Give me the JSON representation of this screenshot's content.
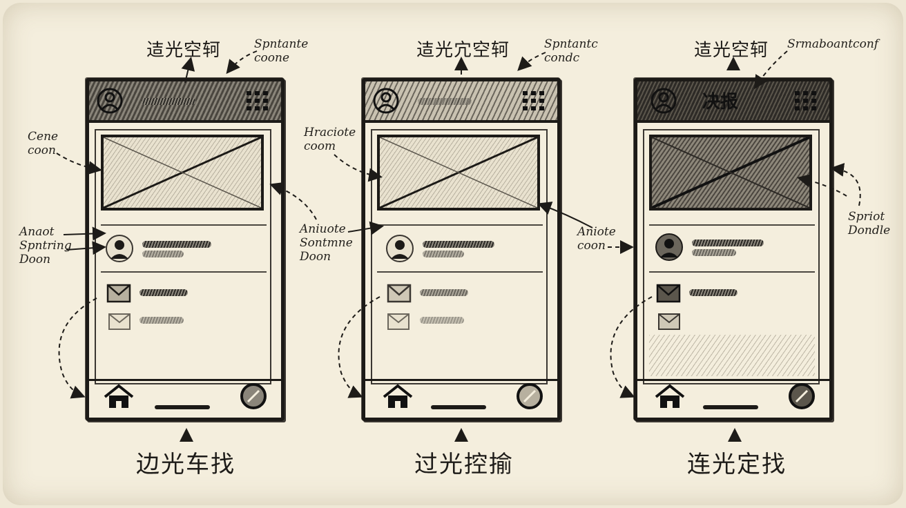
{
  "panels": [
    {
      "top_label": "迼光空轲",
      "top_note": "Spntante\ncoone",
      "header_title": "",
      "side_notes": [
        "Cene\ncoon",
        "Anaot\nSpntring\nDoon"
      ],
      "bottom_label": "边光车找"
    },
    {
      "top_label": "迼光宂空轲",
      "top_note": "Spntantc\ncondc",
      "header_title": "",
      "side_notes": [
        "Hraciote\ncoom",
        "Aniuote\nSontmne\nDoon",
        "Aniote\ncoon"
      ],
      "bottom_label": "过光控揄"
    },
    {
      "top_label": "迼光空轲",
      "top_note": "Srmaboantconf",
      "header_title": "决报",
      "side_notes": [
        "Spriot\nDondle"
      ],
      "bottom_label": "连光定找"
    }
  ],
  "icons": [
    "avatar-icon",
    "grid-menu-icon",
    "person-icon",
    "mail-icon",
    "home-icon",
    "compass-icon"
  ],
  "colors": {
    "paper": "#f4eedd",
    "ink": "#1c1a17",
    "pencil": "#8a857a"
  }
}
